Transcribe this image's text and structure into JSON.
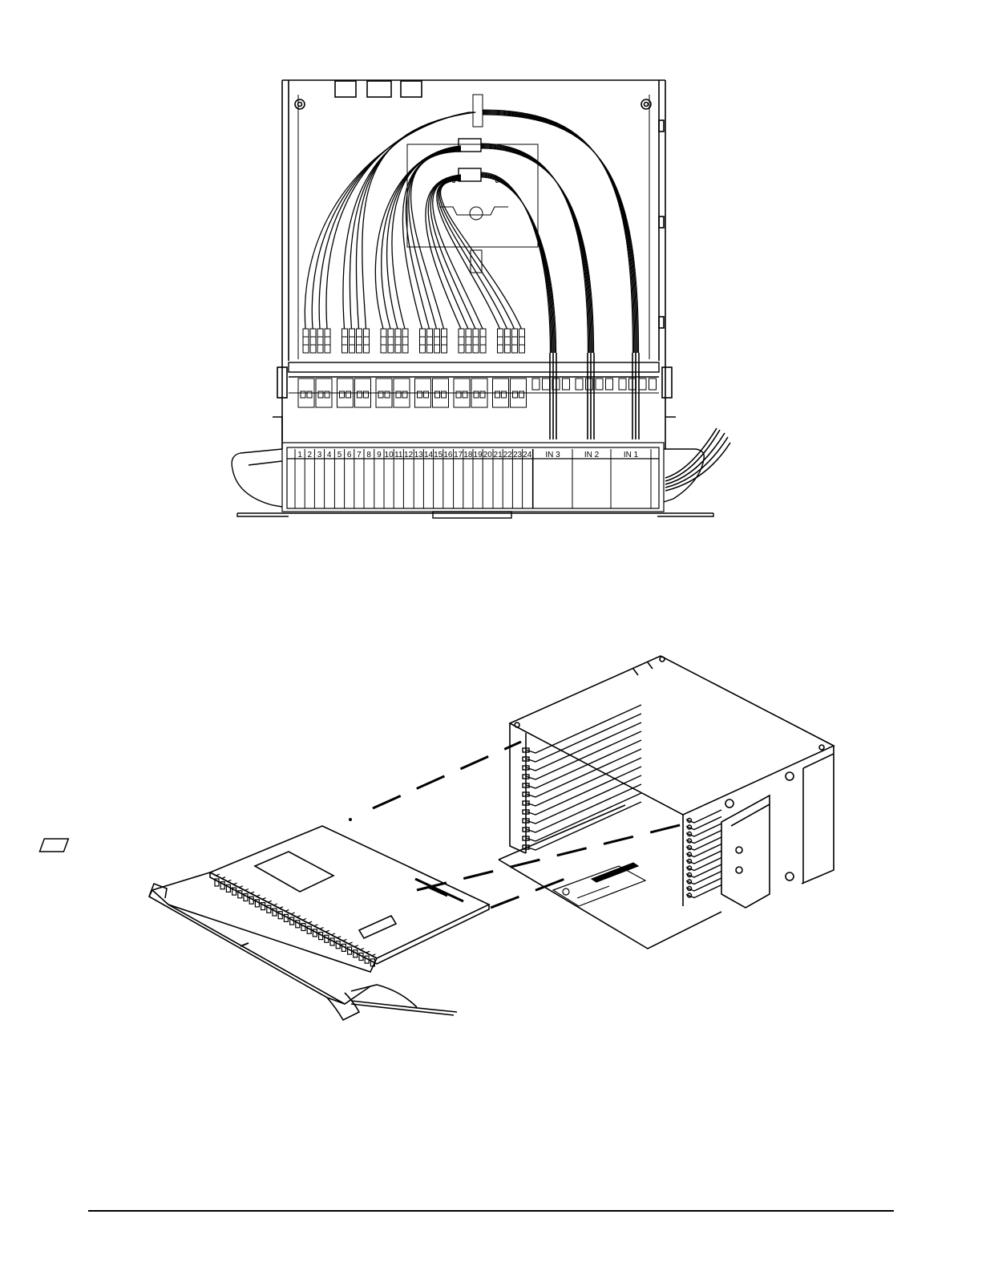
{
  "top_figure": {
    "port_labels": [
      "1",
      "2",
      "3",
      "4",
      "5",
      "6",
      "7",
      "8",
      "9",
      "10",
      "11",
      "12",
      "13",
      "14",
      "15",
      "16",
      "17",
      "18",
      "19",
      "20",
      "21",
      "22",
      "23",
      "24"
    ],
    "input_labels": [
      "IN 3",
      "IN 2",
      "IN 1"
    ]
  },
  "bottom_figure": {
    "drawer_count": 12
  },
  "colors": {
    "line": "#000000",
    "background": "#ffffff"
  }
}
